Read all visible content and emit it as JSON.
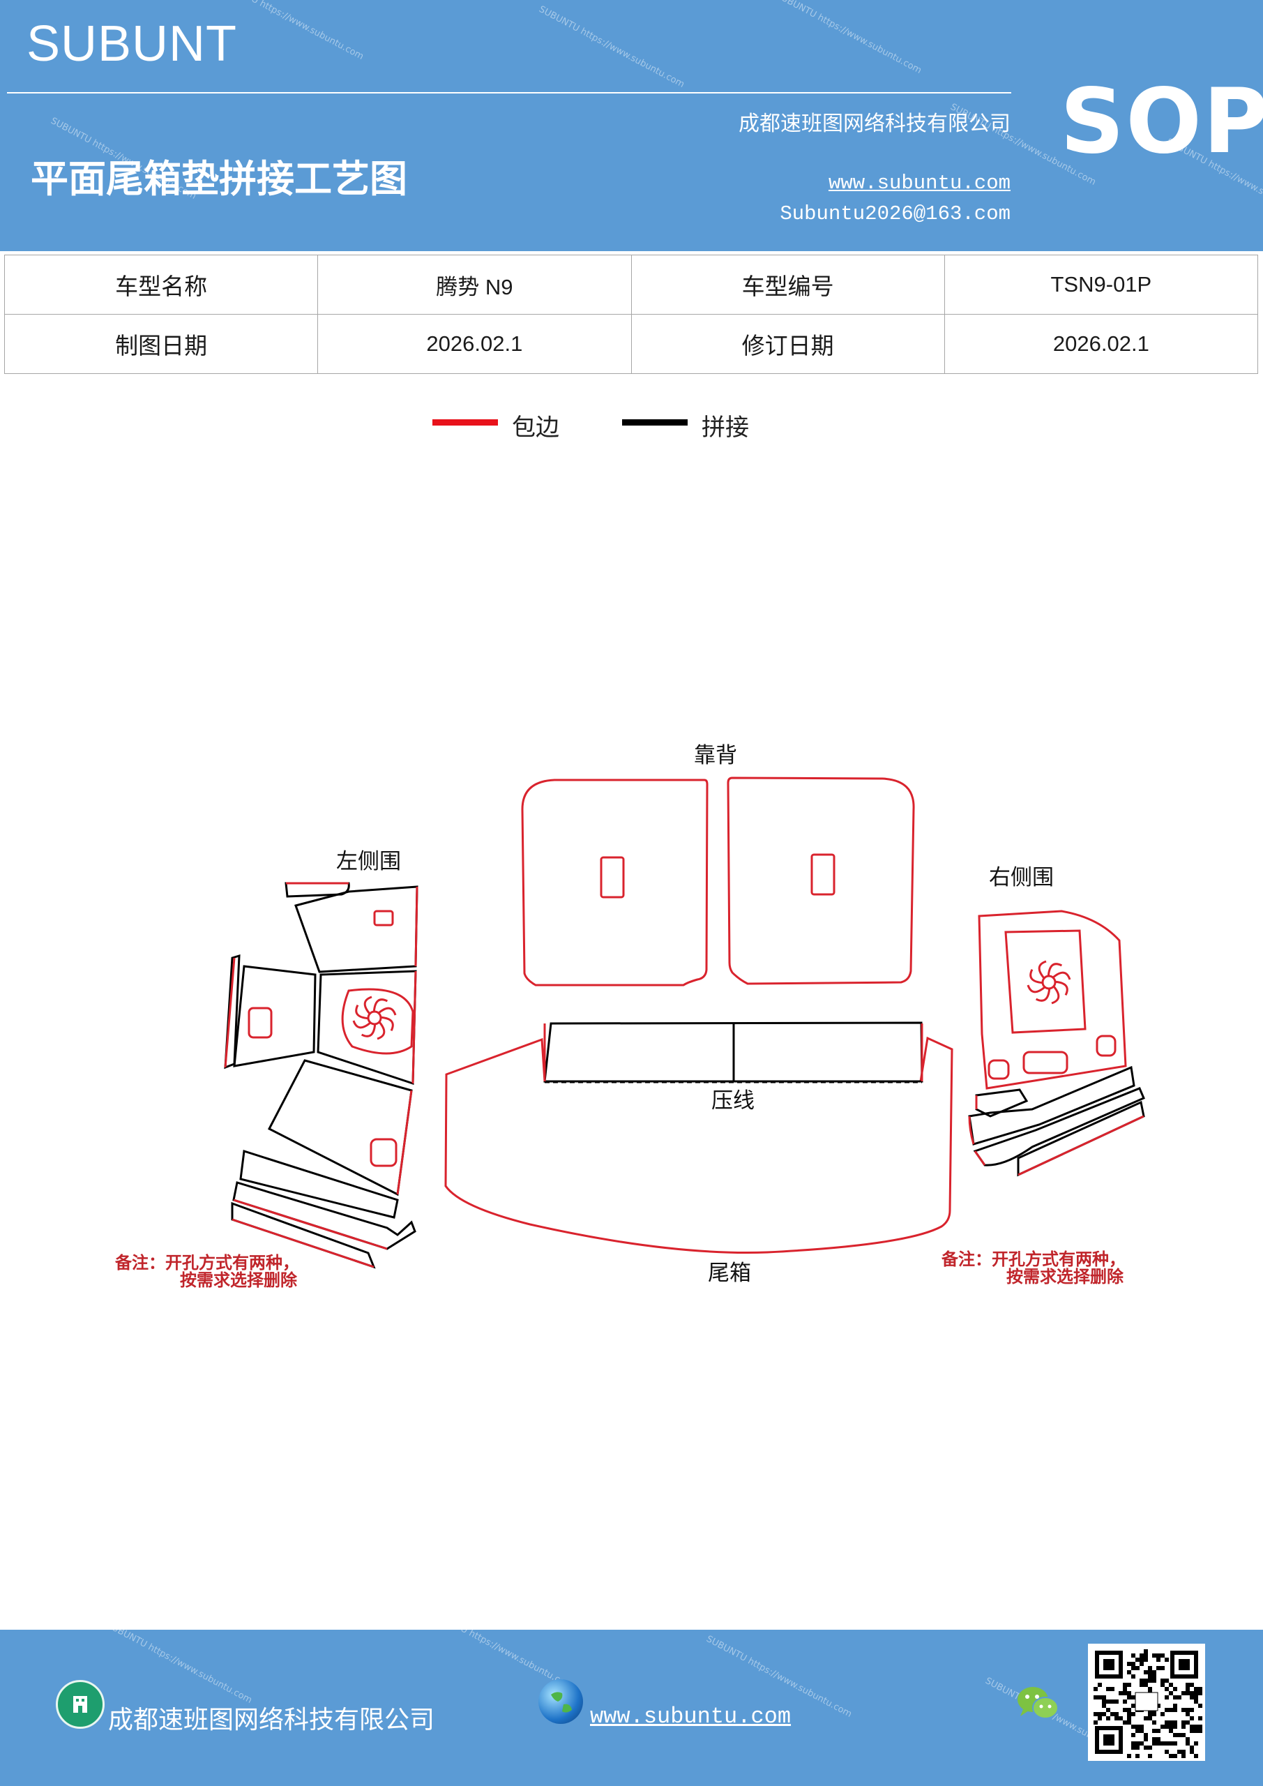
{
  "header": {
    "brand": "SUBUNT",
    "title": "平面尾箱垫拼接工艺图",
    "company": "成都速班图网络科技有限公司",
    "website": "www.subuntu.com",
    "email": "Subuntu2026@163.com",
    "badge": "SOP"
  },
  "info_table": {
    "rows": [
      {
        "label1": "车型名称",
        "value1": "腾势 N9",
        "label2": "车型编号",
        "value2": "TSN9-01P"
      },
      {
        "label1": "制图日期",
        "value1": "2026.02.1",
        "label2": "修订日期",
        "value2": "2026.02.1"
      }
    ]
  },
  "legend": [
    {
      "label": "包边",
      "color": "#e8121b"
    },
    {
      "label": "拼接",
      "color": "#000000"
    }
  ],
  "diagram": {
    "labels": {
      "backrest": "靠背",
      "left_side": "左侧围",
      "right_side": "右侧围",
      "crease": "压线",
      "trunk": "尾箱"
    },
    "note_left": [
      "备注：开孔方式有两种，",
      "按需求选择删除"
    ],
    "note_right": [
      "备注：开孔方式有两种，",
      "按需求选择删除"
    ],
    "colors": {
      "edge": "#d9232d",
      "seam": "#000000"
    }
  },
  "footer": {
    "company": "成都速班图网络科技有限公司",
    "website": "www.subuntu.com"
  },
  "icons": [
    "building-icon",
    "globe-icon",
    "wechat-icon",
    "qr-code"
  ]
}
